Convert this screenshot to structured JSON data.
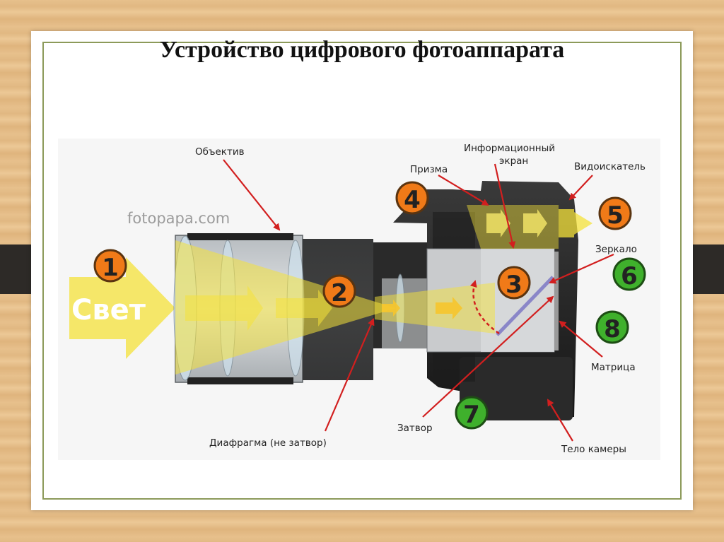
{
  "slide": {
    "title": "Устройство цифрового фотоаппарата"
  },
  "diagram": {
    "watermark": "fotopapa.com",
    "light_label": "Свет",
    "colors": {
      "orange_badge": "#f07a18",
      "green_badge": "#3fb02c",
      "leader_line": "#d21f1f",
      "light_beam": "#f4e23a"
    },
    "badges": [
      {
        "number": "1",
        "color": "orange"
      },
      {
        "number": "2",
        "color": "orange"
      },
      {
        "number": "3",
        "color": "orange"
      },
      {
        "number": "4",
        "color": "orange"
      },
      {
        "number": "5",
        "color": "orange"
      },
      {
        "number": "6",
        "color": "green"
      },
      {
        "number": "7",
        "color": "green"
      },
      {
        "number": "8",
        "color": "green"
      }
    ],
    "labels": {
      "lens": "Объектив",
      "info_screen_line1": "Информационный",
      "info_screen_line2": "экран",
      "prism": "Призма",
      "viewfinder": "Видоискатель",
      "mirror": "Зеркало",
      "sensor": "Матрица",
      "shutter": "Затвор",
      "aperture": "Диафрагма (не затвор)",
      "body": "Тело камеры"
    }
  }
}
